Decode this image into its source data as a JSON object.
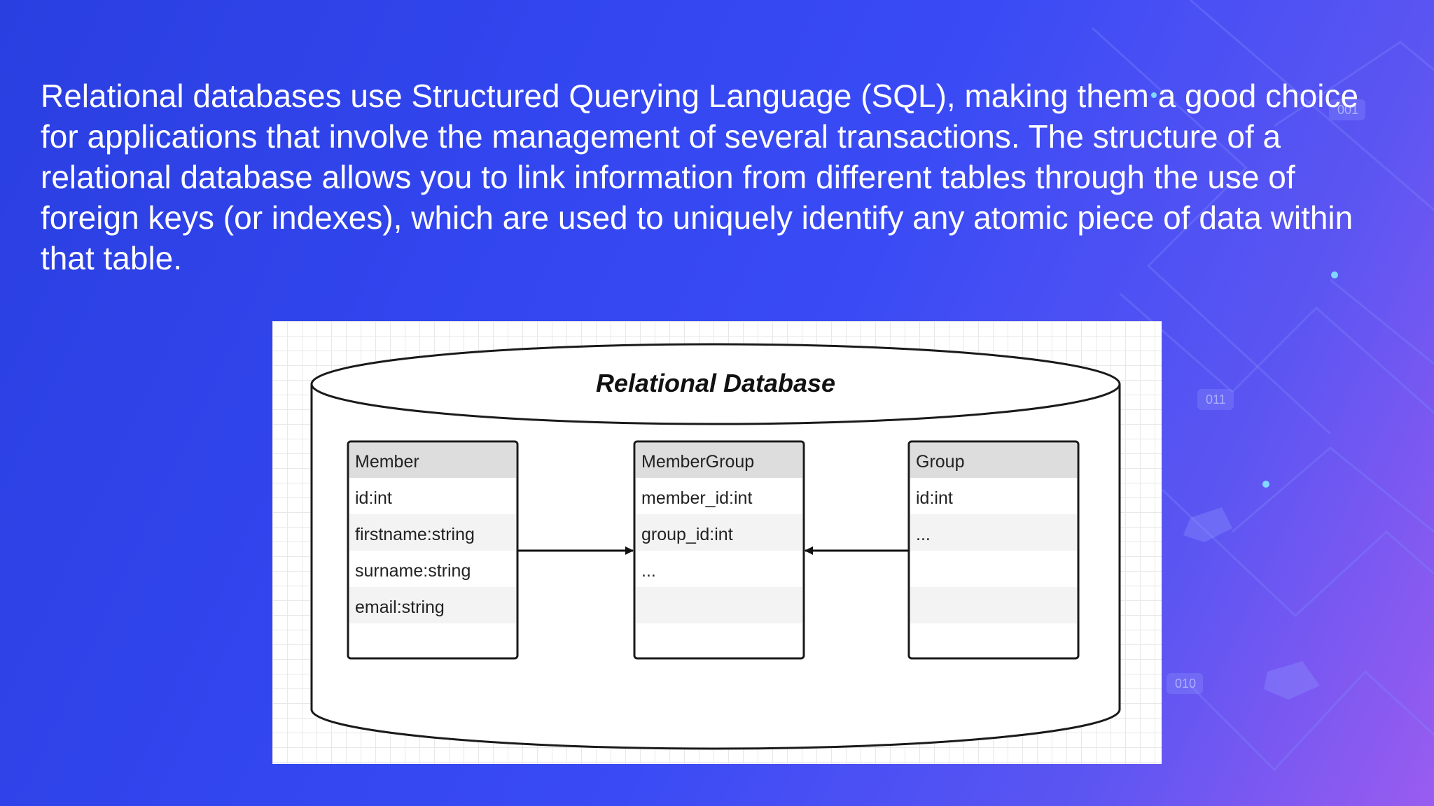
{
  "slide": {
    "paragraph": "Relational databases use Structured Querying Language (SQL), making them a good choice for applications that involve the management of several transactions. The structure of a relational database allows you to link information from different tables through the use of foreign keys (or indexes), which are used to uniquely identify any atomic piece of data within that table."
  },
  "background": {
    "labels": [
      "001",
      "011",
      "010"
    ]
  },
  "diagram": {
    "title": "Relational Database",
    "tables": [
      {
        "name": "Member",
        "rows": [
          "id:int",
          "firstname:string",
          "surname:string",
          "email:string",
          ""
        ]
      },
      {
        "name": "MemberGroup",
        "rows": [
          "member_id:int",
          "group_id:int",
          "...",
          "",
          ""
        ]
      },
      {
        "name": "Group",
        "rows": [
          "id:int",
          "...",
          "",
          "",
          ""
        ]
      }
    ],
    "links": [
      {
        "from": "Member",
        "to": "MemberGroup"
      },
      {
        "from": "Group",
        "to": "MemberGroup"
      }
    ]
  }
}
